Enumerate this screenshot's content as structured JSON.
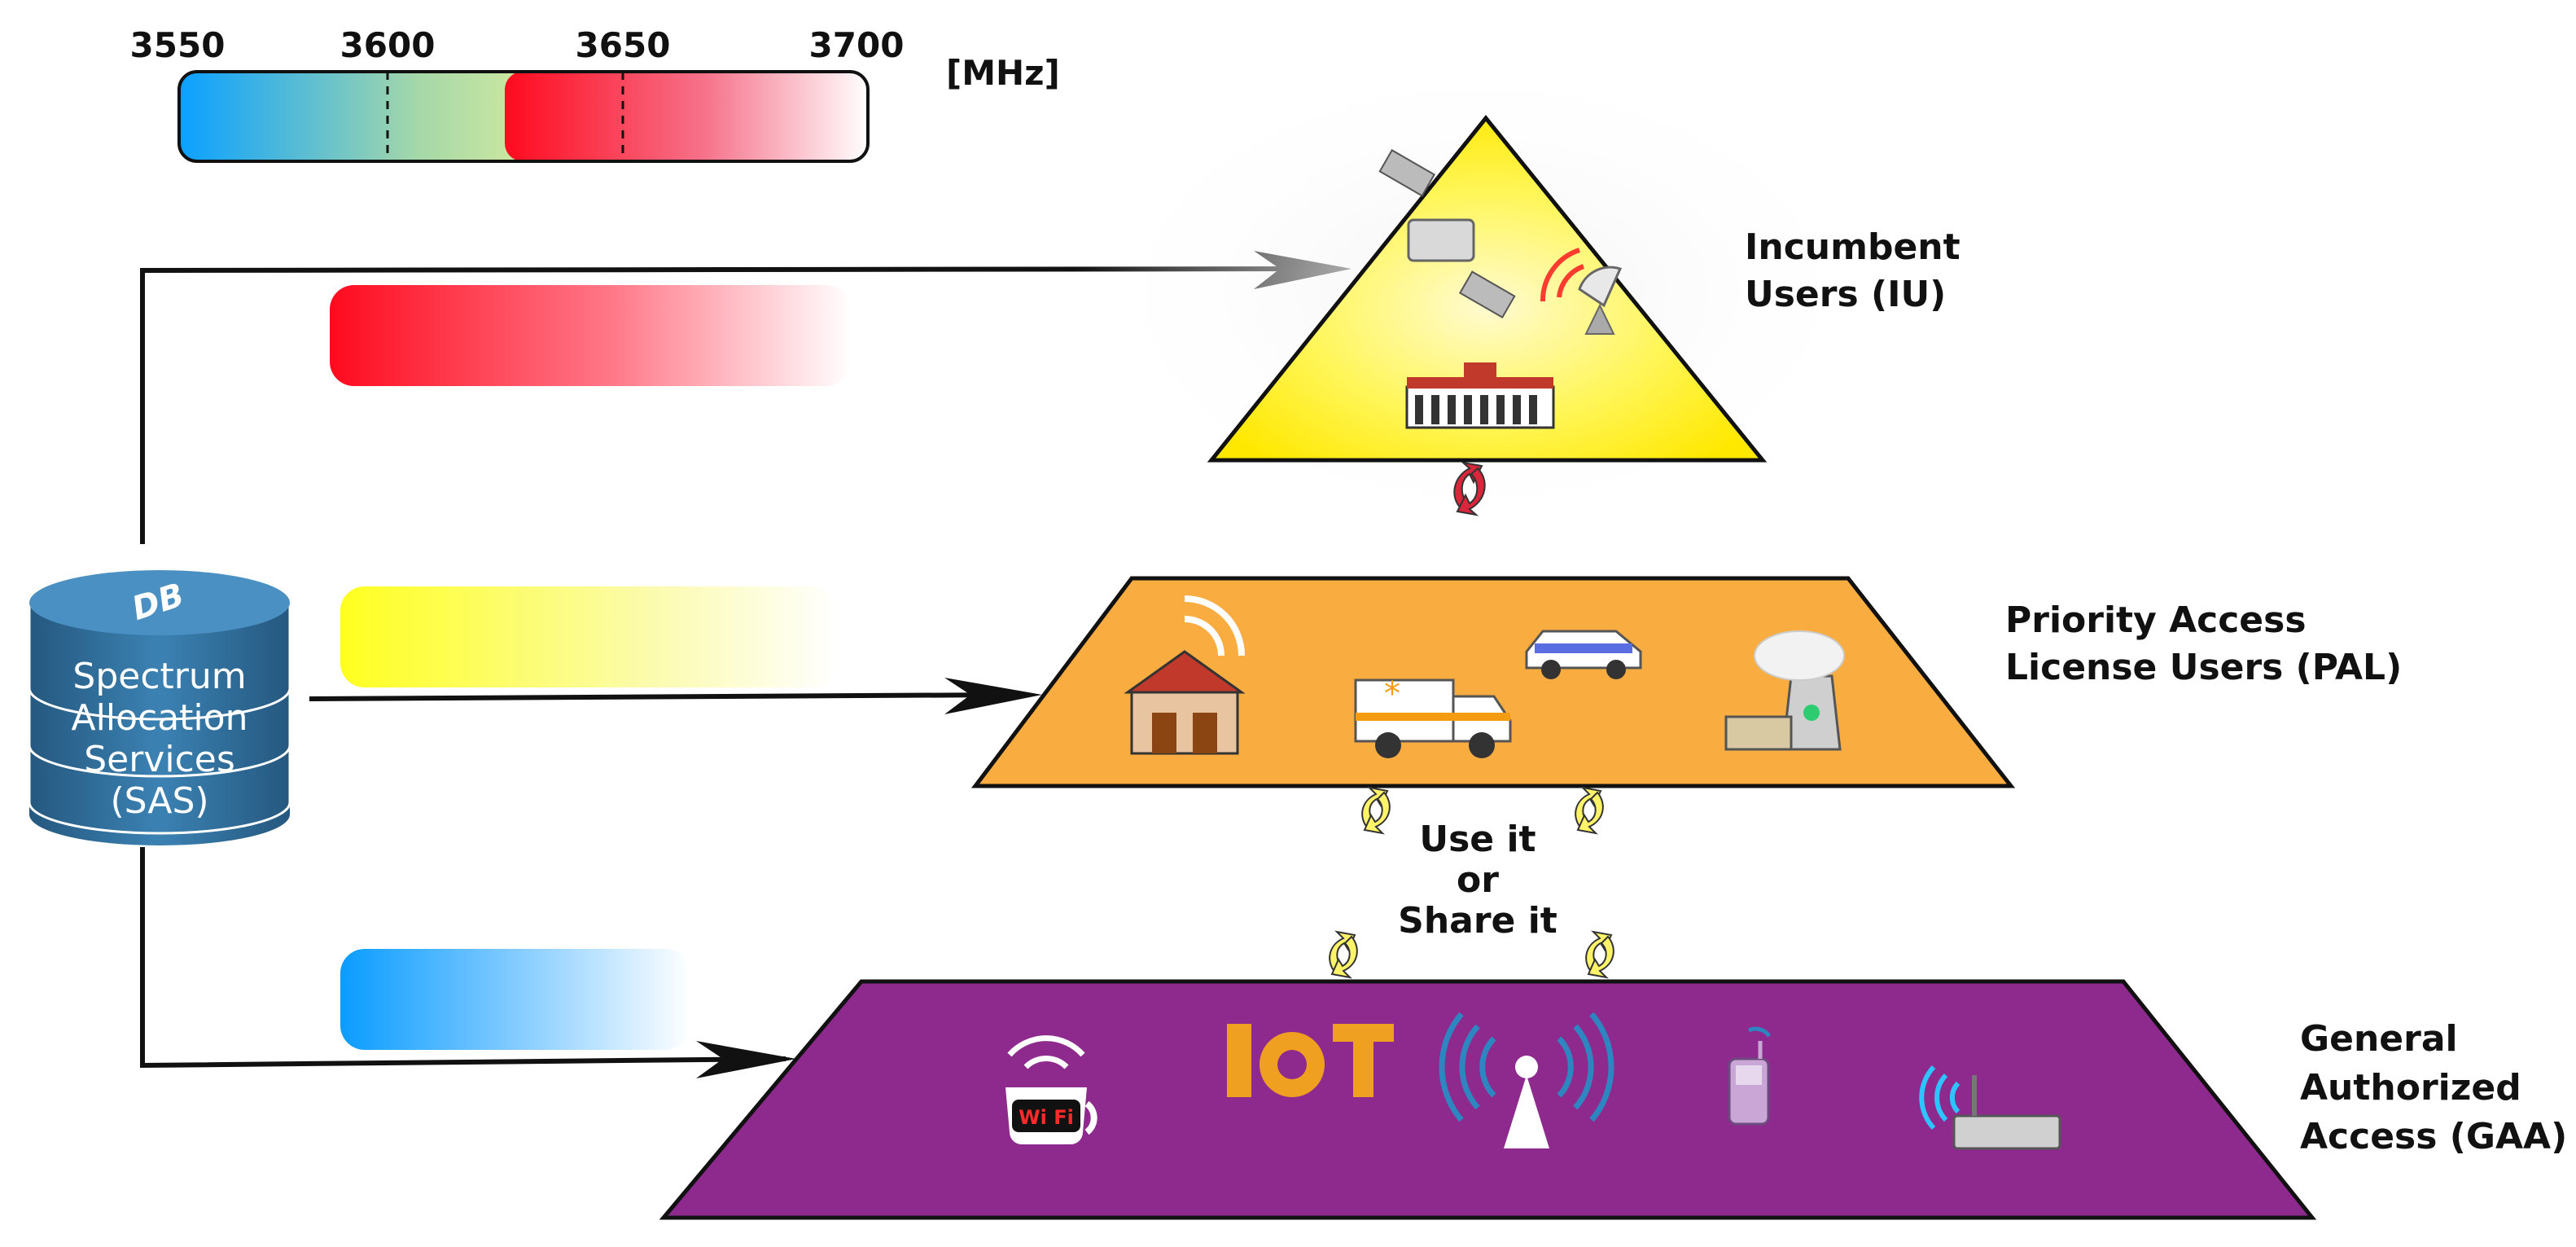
{
  "spectrum": {
    "ticks": [
      "3550",
      "3600",
      "3650",
      "3700"
    ],
    "unit": "[MHz]"
  },
  "sas": {
    "db_label": "DB",
    "lines": [
      "Spectrum",
      "Allocation",
      "Services",
      "(SAS)"
    ]
  },
  "tiers": {
    "iu": {
      "line1": "Incumbent",
      "line2": "Users (IU)",
      "icons": [
        "satellite-icon",
        "radar-dish-icon",
        "government-building-icon"
      ]
    },
    "pal": {
      "line1": "Priority Access",
      "line2": "License Users (PAL)",
      "icons": [
        "fire-station-icon",
        "ambulance-icon",
        "police-car-icon",
        "power-plant-icon"
      ]
    },
    "gaa": {
      "line1": "General",
      "line2": "Authorized",
      "line3": "Access (GAA)",
      "icons": [
        "free-wifi-cup-icon",
        "iot-icon",
        "antenna-tower-icon",
        "mobile-phone-icon",
        "wifi-router-icon"
      ]
    }
  },
  "sharing": {
    "line1": "Use it",
    "line2": "or",
    "line3": "Share it"
  },
  "colors": {
    "iu_band": "#ff0a1e",
    "pal_band": "#ffff30",
    "gaa_band": "#18a0ff",
    "iu_tier": "#ffee00",
    "pal_tier": "#f9ad40",
    "gaa_tier": "#8e2a8e",
    "sas_db": "#2e6fa0"
  }
}
